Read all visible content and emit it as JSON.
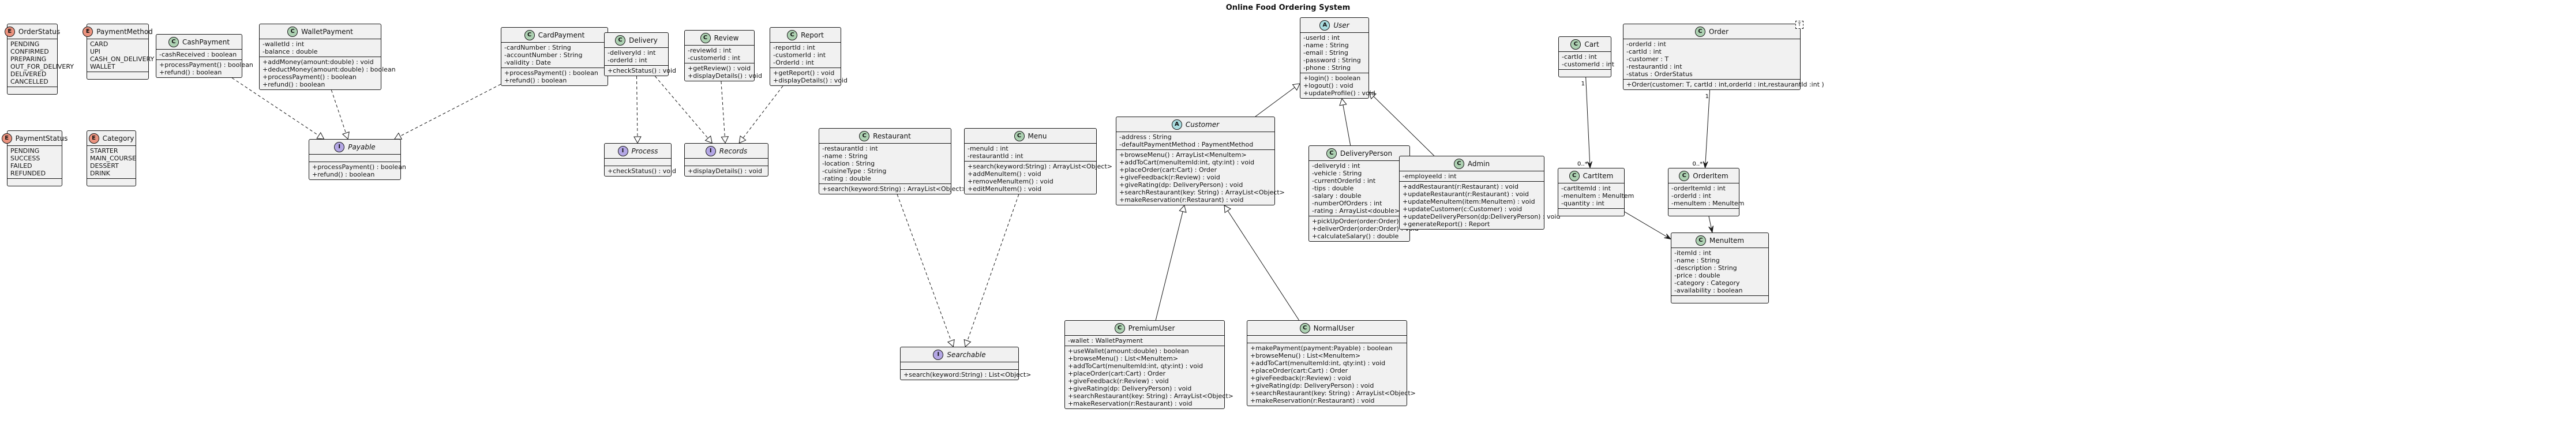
{
  "diagram": {
    "title": "Online Food Ordering System",
    "classes": [
      {
        "id": "OrderStatus",
        "kind": "enum",
        "badge": "E",
        "name": "OrderStatus",
        "fields": [
          "PENDING",
          "CONFIRMED",
          "PREPARING",
          "OUT_FOR_DELIVERY",
          "DELIVERED",
          "CANCELLED"
        ],
        "methods": []
      },
      {
        "id": "PaymentMethod",
        "kind": "enum",
        "badge": "E",
        "name": "PaymentMethod",
        "fields": [
          "CARD",
          "UPI",
          "CASH_ON_DELIVERY",
          "WALLET"
        ],
        "methods": []
      },
      {
        "id": "PaymentStatus",
        "kind": "enum",
        "badge": "E",
        "name": "PaymentStatus",
        "fields": [
          "PENDING",
          "SUCCESS",
          "FAILED",
          "REFUNDED"
        ],
        "methods": []
      },
      {
        "id": "Category",
        "kind": "enum",
        "badge": "E",
        "name": "Category",
        "fields": [
          "STARTER",
          "MAIN_COURSE",
          "DESSERT",
          "DRINK"
        ],
        "methods": []
      },
      {
        "id": "CashPayment",
        "kind": "class",
        "badge": "C",
        "name": "CashPayment",
        "fields": [
          "-cashReceived : boolean"
        ],
        "methods": [
          "+processPayment() : boolean",
          "+refund() : boolean"
        ]
      },
      {
        "id": "WalletPayment",
        "kind": "class",
        "badge": "C",
        "name": "WalletPayment",
        "fields": [
          "-walletId : int",
          "-balance : double"
        ],
        "methods": [
          "+addMoney(amount:double) : void",
          "+deductMoney(amount:double) : boolean",
          "+processPayment() : boolean",
          "+refund() : boolean"
        ]
      },
      {
        "id": "CardPayment",
        "kind": "class",
        "badge": "C",
        "name": "CardPayment",
        "fields": [
          "-cardNumber : String",
          "-accountNumber : String",
          "-validity : Date"
        ],
        "methods": [
          "+processPayment() : boolean",
          "+refund() : boolean"
        ]
      },
      {
        "id": "Payable",
        "kind": "interface",
        "badge": "I",
        "name": "Payable",
        "fields": [],
        "methods": [
          "+processPayment() : boolean",
          "+refund() : boolean"
        ]
      },
      {
        "id": "Delivery",
        "kind": "class",
        "badge": "C",
        "name": "Delivery",
        "fields": [
          "-deliveryId : int",
          "-orderId : int"
        ],
        "methods": [
          "+checkStatus() : void"
        ]
      },
      {
        "id": "Review",
        "kind": "class",
        "badge": "C",
        "name": "Review",
        "fields": [
          "-reviewId : int",
          "-customerId : int"
        ],
        "methods": [
          "+getReview() : void",
          "+displayDetails() : void"
        ]
      },
      {
        "id": "Report",
        "kind": "class",
        "badge": "C",
        "name": "Report",
        "fields": [
          "-reportId : int",
          "-customerId : int",
          "-OrderId : int"
        ],
        "methods": [
          "+getReport() : void",
          "+displayDetails() : void"
        ]
      },
      {
        "id": "Process",
        "kind": "interface",
        "badge": "I",
        "name": "Process",
        "fields": [],
        "methods": [
          "+checkStatus() : void"
        ]
      },
      {
        "id": "Records",
        "kind": "interface",
        "badge": "I",
        "name": "Records",
        "fields": [],
        "methods": [
          "+displayDetails() : void"
        ]
      },
      {
        "id": "Restaurant",
        "kind": "class",
        "badge": "C",
        "name": "Restaurant",
        "fields": [
          "-restaurantId : int",
          "-name : String",
          "-location : String",
          "-cuisineType : String",
          "-rating : double"
        ],
        "methods": [
          "+search(keyword:String) : ArrayList<Object>"
        ]
      },
      {
        "id": "Menu",
        "kind": "class",
        "badge": "C",
        "name": "Menu",
        "fields": [
          "-menuId : int",
          "-restaurantId : int"
        ],
        "methods": [
          "+search(keyword:String) : ArrayList<Object>",
          "+addMenuItem() : void",
          "+removeMenuItem() : void",
          "+editMenuItem() : void"
        ]
      },
      {
        "id": "Searchable",
        "kind": "interface",
        "badge": "I",
        "name": "Searchable",
        "fields": [],
        "methods": [
          "+search(keyword:String) : List<Object>"
        ]
      },
      {
        "id": "User",
        "kind": "abstract",
        "badge": "A",
        "name": "User",
        "fields": [
          "-userId : int",
          "-name : String",
          "-email : String",
          "-password : String",
          "-phone : String"
        ],
        "methods": [
          "+login() : boolean",
          "+logout() : void",
          "+updateProfile() : void"
        ]
      },
      {
        "id": "Customer",
        "kind": "abstract",
        "badge": "A",
        "name": "Customer",
        "fields": [
          "-address : String",
          "-defaultPaymentMethod : PaymentMethod"
        ],
        "methods": [
          "+browseMenu() : ArrayList<MenuItem>",
          "+addToCart(menuItemId:int, qty:int) : void",
          "+placeOrder(cart:Cart) : Order",
          "+giveFeedback(r:Review) : void",
          "+giveRating(dp: DeliveryPerson) : void",
          "+searchRestaurant(key: String) : ArrayList<Object>",
          "+makeReservation(r:Restaurant) : void"
        ]
      },
      {
        "id": "DeliveryPerson",
        "kind": "class",
        "badge": "C",
        "name": "DeliveryPerson",
        "fields": [
          "-deliveryId : int",
          "-vehicle : String",
          "-currentOrderId : int",
          "-tips : double",
          "-salary : double",
          "-numberOfOrders : int",
          "-rating : ArrayList<double>"
        ],
        "methods": [
          "+pickUpOrder(order:Order) : void",
          "+deliverOrder(order:Order) : void",
          "+calculateSalary() : double"
        ]
      },
      {
        "id": "Admin",
        "kind": "class",
        "badge": "C",
        "name": "Admin",
        "fields": [
          "-employeeId : int"
        ],
        "methods": [
          "+addRestaurant(r:Restaurant) : void",
          "+updateRestaurant(r:Restaurant) : void",
          "+updateMenuItem(item:MenuItem) : void",
          "+updateCustomer(c:Customer) : void",
          "+updateDeliveryPerson(dp:DeliveryPerson) : void",
          "+generateReport() : Report"
        ]
      },
      {
        "id": "PremiumUser",
        "kind": "class",
        "badge": "C",
        "name": "PremiumUser",
        "fields": [
          "-wallet : WalletPayment"
        ],
        "methods": [
          "+useWallet(amount:double) : boolean",
          "+browseMenu() : List<MenuItem>",
          "+addToCart(menuItemId:int, qty:int) : void",
          "+placeOrder(cart:Cart) : Order",
          "+giveFeedback(r:Review) : void",
          "+giveRating(dp: DeliveryPerson) : void",
          "+searchRestaurant(key: String) : ArrayList<Object>",
          "+makeReservation(r:Restaurant) : void"
        ]
      },
      {
        "id": "NormalUser",
        "kind": "class",
        "badge": "C",
        "name": "NormalUser",
        "fields": [],
        "methods": [
          "+makePayment(payment:Payable) : boolean",
          "+browseMenu() : List<MenuItem>",
          "+addToCart(menuItemId:int, qty:int) : void",
          "+placeOrder(cart:Cart) : Order",
          "+giveFeedback(r:Review) : void",
          "+giveRating(dp: DeliveryPerson) : void",
          "+searchRestaurant(key: String) : ArrayList<Object>",
          "+makeReservation(r:Restaurant) : void"
        ]
      },
      {
        "id": "Cart",
        "kind": "class",
        "badge": "C",
        "name": "Cart",
        "fields": [
          "-cartId : int",
          "-customerId : int"
        ],
        "methods": []
      },
      {
        "id": "Order",
        "kind": "class",
        "badge": "C",
        "name": "Order",
        "type_param": "T",
        "fields": [
          "-orderId : int",
          "-cartId : int",
          "-customer : T",
          "-restaurantId : int",
          "-status : OrderStatus"
        ],
        "methods": [
          "+Order(customer: T, cartId : int,orderId : int,restaurantId :int )"
        ]
      },
      {
        "id": "CartItem",
        "kind": "class",
        "badge": "C",
        "name": "CartItem",
        "fields": [
          "-cartItemId : int",
          "-menuItem : MenuItem",
          "-quantity : int"
        ],
        "methods": []
      },
      {
        "id": "OrderItem",
        "kind": "class",
        "badge": "C",
        "name": "OrderItem",
        "fields": [
          "-orderItemId : int",
          "-orderId : int",
          "-menuItem : MenuItem"
        ],
        "methods": []
      },
      {
        "id": "MenuItem",
        "kind": "class",
        "badge": "C",
        "name": "MenuItem",
        "fields": [
          "-itemId : int",
          "-name : String",
          "-description : String",
          "-price : double",
          "-category : Category",
          "-availability : boolean"
        ],
        "methods": []
      }
    ],
    "relations": [
      {
        "from": "CashPayment",
        "to": "Payable",
        "type": "realization"
      },
      {
        "from": "WalletPayment",
        "to": "Payable",
        "type": "realization"
      },
      {
        "from": "CardPayment",
        "to": "Payable",
        "type": "realization"
      },
      {
        "from": "Delivery",
        "to": "Process",
        "type": "realization"
      },
      {
        "from": "Delivery",
        "to": "Records",
        "type": "realization"
      },
      {
        "from": "Review",
        "to": "Records",
        "type": "realization"
      },
      {
        "from": "Report",
        "to": "Records",
        "type": "realization"
      },
      {
        "from": "Restaurant",
        "to": "Searchable",
        "type": "realization"
      },
      {
        "from": "Menu",
        "to": "Searchable",
        "type": "realization"
      },
      {
        "from": "Customer",
        "to": "User",
        "type": "inheritance"
      },
      {
        "from": "DeliveryPerson",
        "to": "User",
        "type": "inheritance"
      },
      {
        "from": "Admin",
        "to": "User",
        "type": "inheritance"
      },
      {
        "from": "PremiumUser",
        "to": "Customer",
        "type": "inheritance"
      },
      {
        "from": "NormalUser",
        "to": "Customer",
        "type": "inheritance"
      },
      {
        "from": "Cart",
        "to": "CartItem",
        "type": "association",
        "from_mult": "1",
        "to_mult": "0..*"
      },
      {
        "from": "Order",
        "to": "OrderItem",
        "type": "association",
        "from_mult": "1",
        "to_mult": "0..*"
      },
      {
        "from": "CartItem",
        "to": "MenuItem",
        "type": "association"
      },
      {
        "from": "OrderItem",
        "to": "MenuItem",
        "type": "association"
      }
    ]
  }
}
